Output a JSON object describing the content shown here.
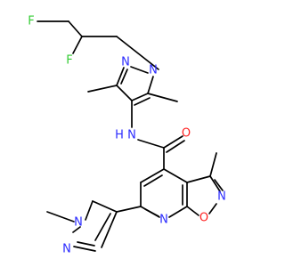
{
  "colors": {
    "carbon": "#000000",
    "fluorine": "#33cc33",
    "nitrogen": "#2b2bff",
    "oxygen": "#ff2222",
    "background": "#ffffff"
  },
  "atoms": {
    "f1": "F",
    "f2": "F",
    "n_pz1_n1": "N",
    "n_pz1_n2": "N",
    "n_amide": "N",
    "h_amide": "H",
    "o_carbonyl": "O",
    "n_isox": "N",
    "o_isox": "O",
    "n_pyridine": "N",
    "n_pz2_n1": "N",
    "n_pz2_n2": "N"
  }
}
